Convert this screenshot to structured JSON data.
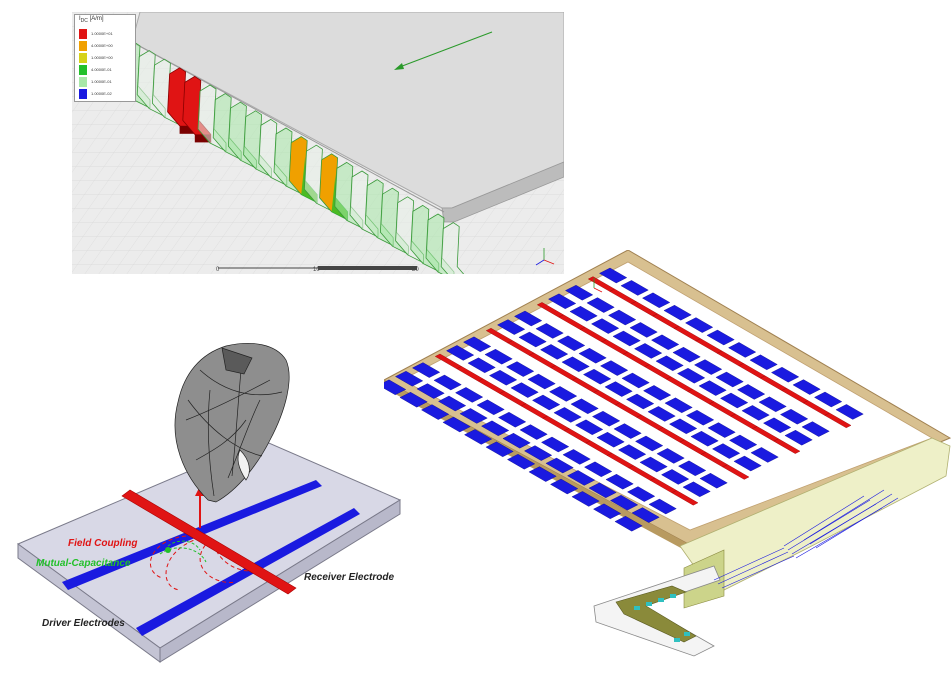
{
  "colors": {
    "red": "#e01414",
    "orange": "#f0a000",
    "yellow": "#d6d21a",
    "green": "#22c02a",
    "light_green": "#a8e8a8",
    "blue": "#1a1ae0",
    "gold_frame": "#d8c090"
  },
  "sim": {
    "legend_title": "I<sub>DC</sub> [A/m]",
    "legend_values": [
      "1.0000E+01",
      "4.0000E+00",
      "1.0000E+00",
      "4.0000E-01",
      "1.0000E-01",
      "1.0000E-02"
    ],
    "scale_labels": [
      "0",
      "10",
      "20"
    ],
    "lead_states": [
      "off",
      "half",
      "half",
      "red",
      "red",
      "half",
      "off",
      "off",
      "off",
      "half",
      "off",
      "yellow",
      "half",
      "yellow",
      "off",
      "half",
      "off",
      "off",
      "half",
      "off",
      "off",
      "half"
    ]
  },
  "touch": {
    "field_coupling": "Field Coupling",
    "mutual_capacitance": "Mutual-Capacitance",
    "receiver_electrode": "Receiver Electrode",
    "driver_electrodes": "Driver Electrodes"
  },
  "sensor": {
    "rows": 14,
    "cols": 12,
    "red_rows": [
      1,
      4,
      7,
      10
    ]
  }
}
